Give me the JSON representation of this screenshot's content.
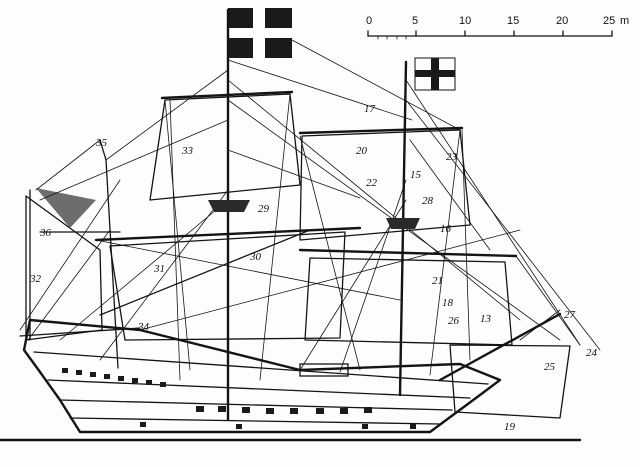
{
  "scale": {
    "ticks": [
      "0",
      "5",
      "10",
      "15",
      "20",
      "25"
    ],
    "unit": "m"
  },
  "callouts": [
    "15",
    "16",
    "17",
    "18",
    "19",
    "20",
    "21",
    "22",
    "23",
    "24",
    "25",
    "26",
    "27",
    "28",
    "29",
    "30",
    "31",
    "32",
    "33",
    "34",
    "35",
    "36",
    "13"
  ]
}
